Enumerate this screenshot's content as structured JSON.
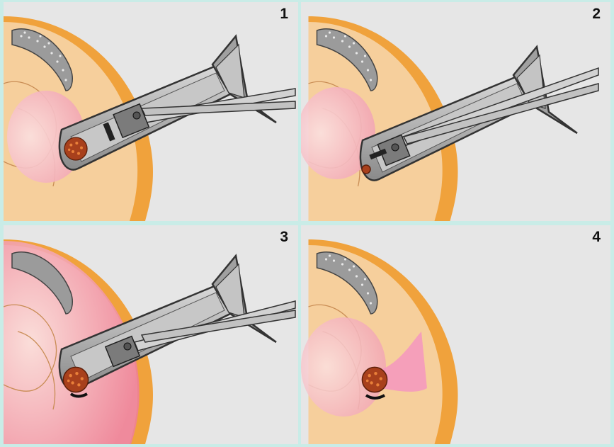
{
  "panels": [
    {
      "step": "1"
    },
    {
      "step": "2"
    },
    {
      "step": "3"
    },
    {
      "step": "4"
    }
  ],
  "colors": {
    "background": "#e6e6e6",
    "border": "#c9ece7",
    "tissue_outer": "#f0a23c",
    "tissue_wall": "#f6cf9c",
    "mucosa_pink": "#f6b8c0",
    "instrument_metal": "#9a9a9a",
    "polyp": "#a8401c"
  }
}
